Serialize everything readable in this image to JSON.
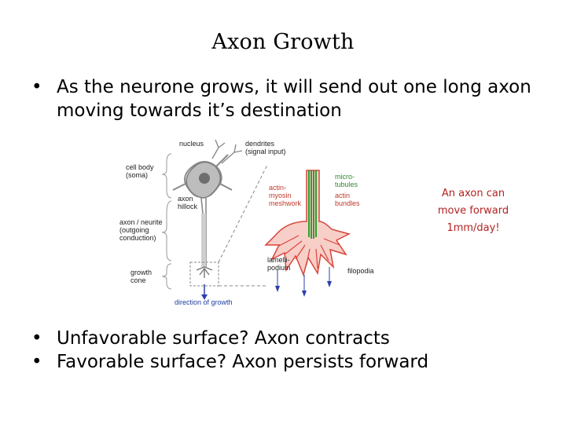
{
  "slide": {
    "title": "Axon  Growth",
    "top_bullets": [
      "As the neurone grows, it will send out one long axon moving towards it’s destination"
    ],
    "bottom_bullets": [
      "Unfavorable surface? Axon contracts",
      "Favorable surface? Axon persists forward"
    ],
    "note": "An axon can move forward 1mm/day!"
  },
  "figure": {
    "labels": {
      "nucleus": "nucleus",
      "dendrites": "dendrites",
      "signal_input": "(signal input)",
      "cell_body": "cell body",
      "soma": "(soma)",
      "axon": "axon",
      "hillock": "hillock",
      "axon_neurite": "axon / neurite",
      "outgoing": "(outgoing",
      "conduction": "conduction)",
      "growth": "growth",
      "cone": "cone",
      "direction": "direction of growth",
      "actin": "actin-",
      "myosin": "myosin",
      "meshwork": "meshwork",
      "micro": "micro-",
      "tubules": "tubules",
      "actin2": "actin",
      "bundles": "bundles",
      "lamelli": "lamelli-",
      "podium": "podium",
      "filopodia": "filopodia"
    },
    "colors": {
      "note": "#b22222",
      "actin_red": "#d9443a",
      "microtubule_green": "#2f9e2f",
      "arrow_blue": "#2c3fa8",
      "soma_gray": "#bdbdbd"
    }
  }
}
